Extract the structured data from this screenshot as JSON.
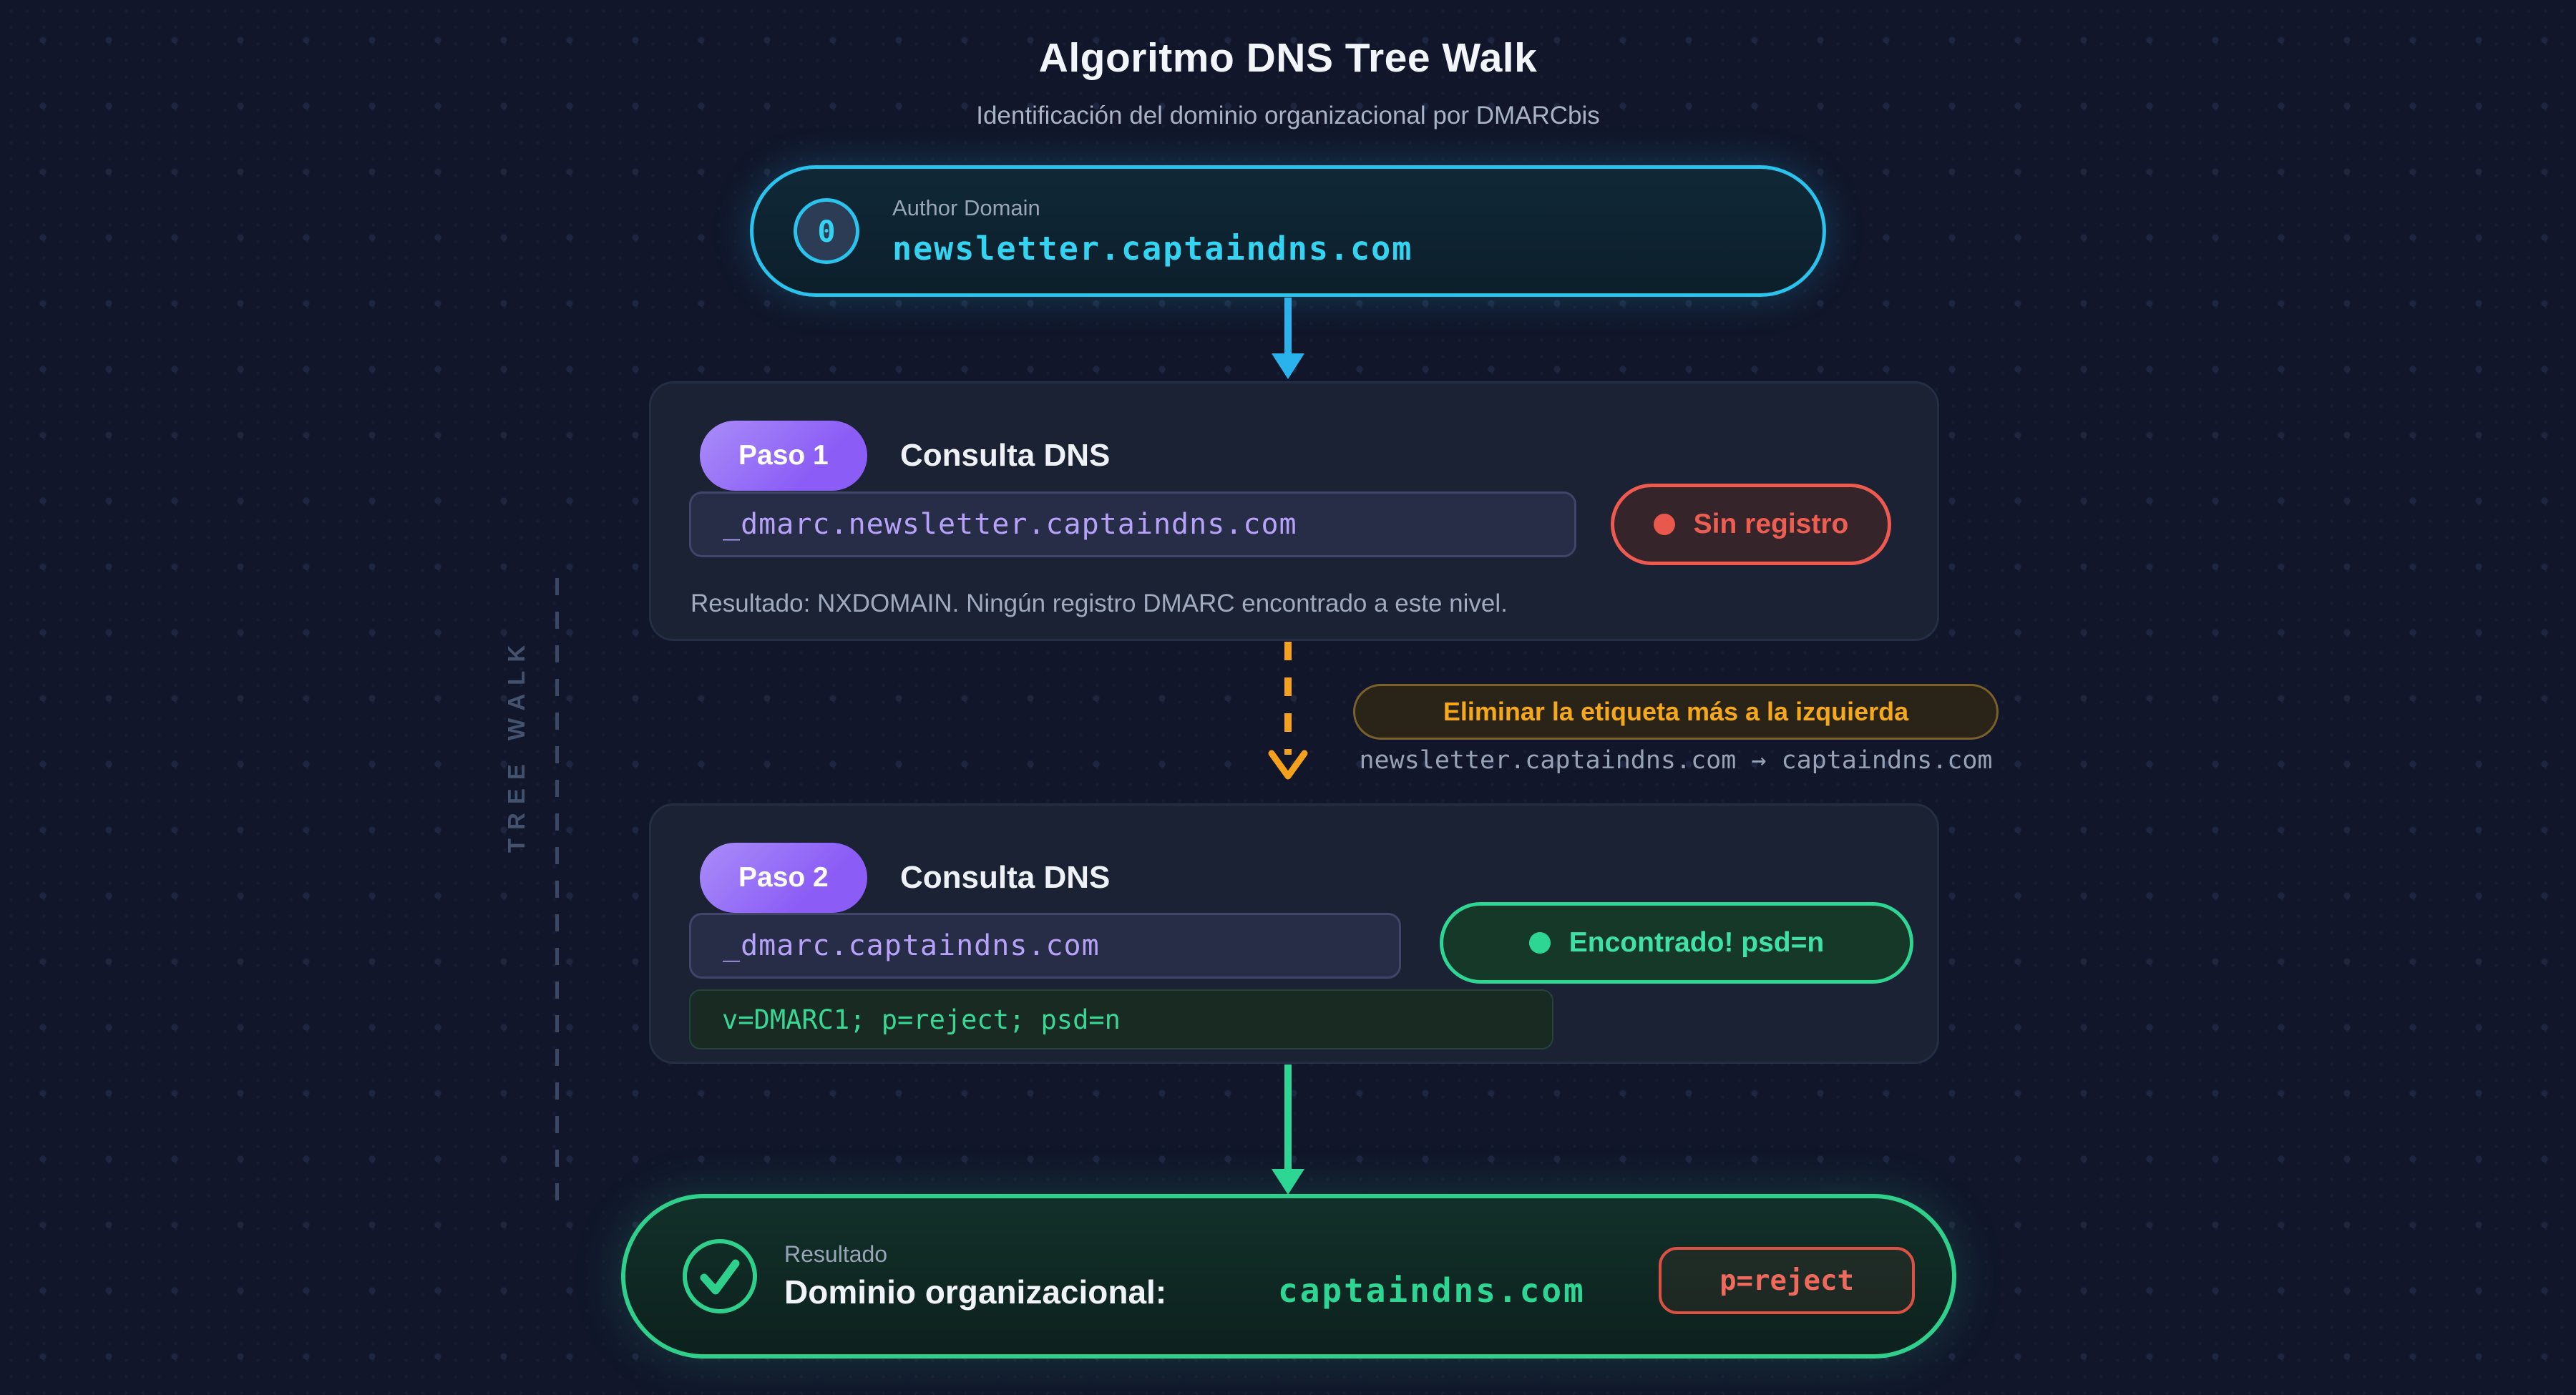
{
  "page": {
    "title": "Algoritmo DNS Tree Walk",
    "subtitle": "Identificación del dominio organizacional por DMARCbis"
  },
  "rail": {
    "label": "TREE WALK"
  },
  "author": {
    "index": "0",
    "label": "Author Domain",
    "domain": "newsletter.captaindns.com"
  },
  "step1": {
    "badge": "Paso 1",
    "title": "Consulta DNS",
    "query": "_dmarc.newsletter.captaindns.com",
    "status": "Sin registro",
    "result": "Resultado: NXDOMAIN. Ningún registro DMARC encontrado a este nivel."
  },
  "transition": {
    "label": "Eliminar la etiqueta más a la izquierda",
    "detail": "newsletter.captaindns.com → captaindns.com"
  },
  "step2": {
    "badge": "Paso 2",
    "title": "Consulta DNS",
    "query": "_dmarc.captaindns.com",
    "status": "Encontrado! psd=n",
    "record": "v=DMARC1; p=reject; psd=n"
  },
  "result": {
    "label": "Resultado",
    "heading": "Dominio organizacional:",
    "domain": "captaindns.com",
    "policy": "p=reject"
  },
  "colors": {
    "background": "#11162a",
    "cyan_accent": "#29c3ee",
    "blue_arrow": "#29b2ec",
    "purple_badge": "#8b5cf6",
    "purple_query_text": "#b7a2f9",
    "red_status": "#ee5a50",
    "orange_accent": "#f5a81c",
    "green_accent": "#2ed694",
    "card_background": "#1a2233"
  }
}
